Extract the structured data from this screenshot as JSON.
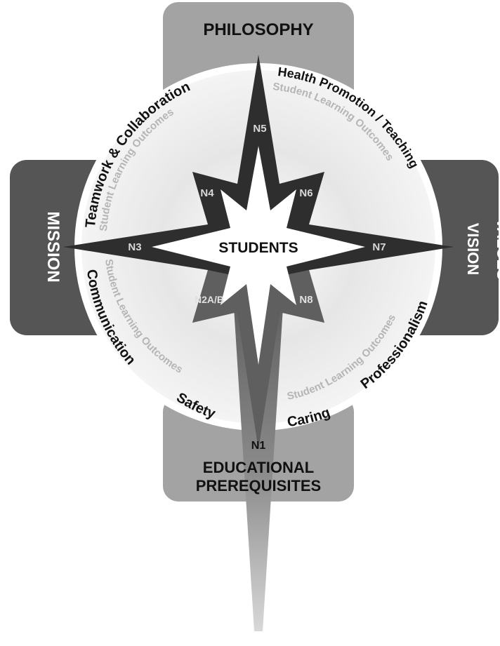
{
  "panels": {
    "top": "PHILOSOPHY",
    "left": "MISSION",
    "right_line1": "VISION",
    "right_line2": "VALUES",
    "bottom_line1": "EDUCATIONAL",
    "bottom_line2": "PREREQUISITES"
  },
  "center": "STUDENTS",
  "points": {
    "n1": "N1",
    "n2": "N2A/B",
    "n3": "N3",
    "n4": "N4",
    "n5": "N5",
    "n6": "N6",
    "n7": "N7",
    "n8": "N8"
  },
  "outcomes": {
    "teamwork": "Teamwork & Collaboration",
    "health": "Health Promotion / Teaching",
    "communication": "Communication",
    "safety": "Safety",
    "caring": "Caring",
    "professionalism": "Professionalism"
  },
  "slo_label": "Student Learning Outcomes",
  "colors": {
    "panel": "#a3a3a3",
    "panel_dark": "#555555",
    "star_dark": "#2e2e2e",
    "star_mid": "#707070",
    "outcome_text": "#111111",
    "slo_text": "#b5b5b5"
  }
}
